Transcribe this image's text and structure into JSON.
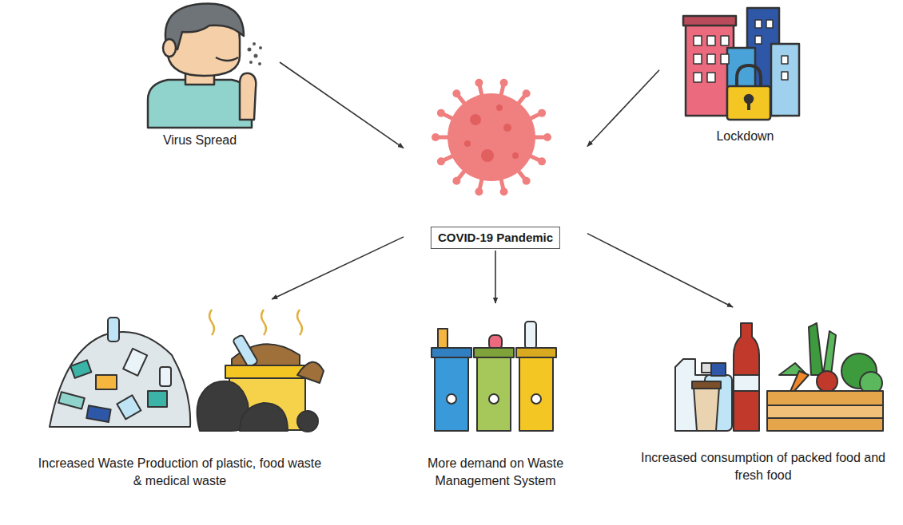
{
  "diagram": {
    "nodes": [
      {
        "text": [
          "Virus Spread"
        ]
      },
      {
        "text": [
          "Lockdown"
        ]
      },
      {
        "text": [
          "COVID-19 Pandemic"
        ]
      },
      {
        "text": [
          "Increased Waste Production of plastic, food waste & medical waste"
        ]
      },
      {
        "text": [
          "More demand on Waste Management System"
        ]
      },
      {
        "text": [
          "Increased consumption of packed food and fresh food"
        ]
      }
    ],
    "edges": [
      {
        "from": 0,
        "to": 2,
        "arrow": "to"
      },
      {
        "from": 1,
        "to": 2,
        "arrow": "to"
      },
      {
        "from": 2,
        "to": 3,
        "arrow": "to"
      },
      {
        "from": 2,
        "to": 4,
        "arrow": "to"
      },
      {
        "from": 2,
        "to": 5,
        "arrow": "to"
      }
    ]
  }
}
